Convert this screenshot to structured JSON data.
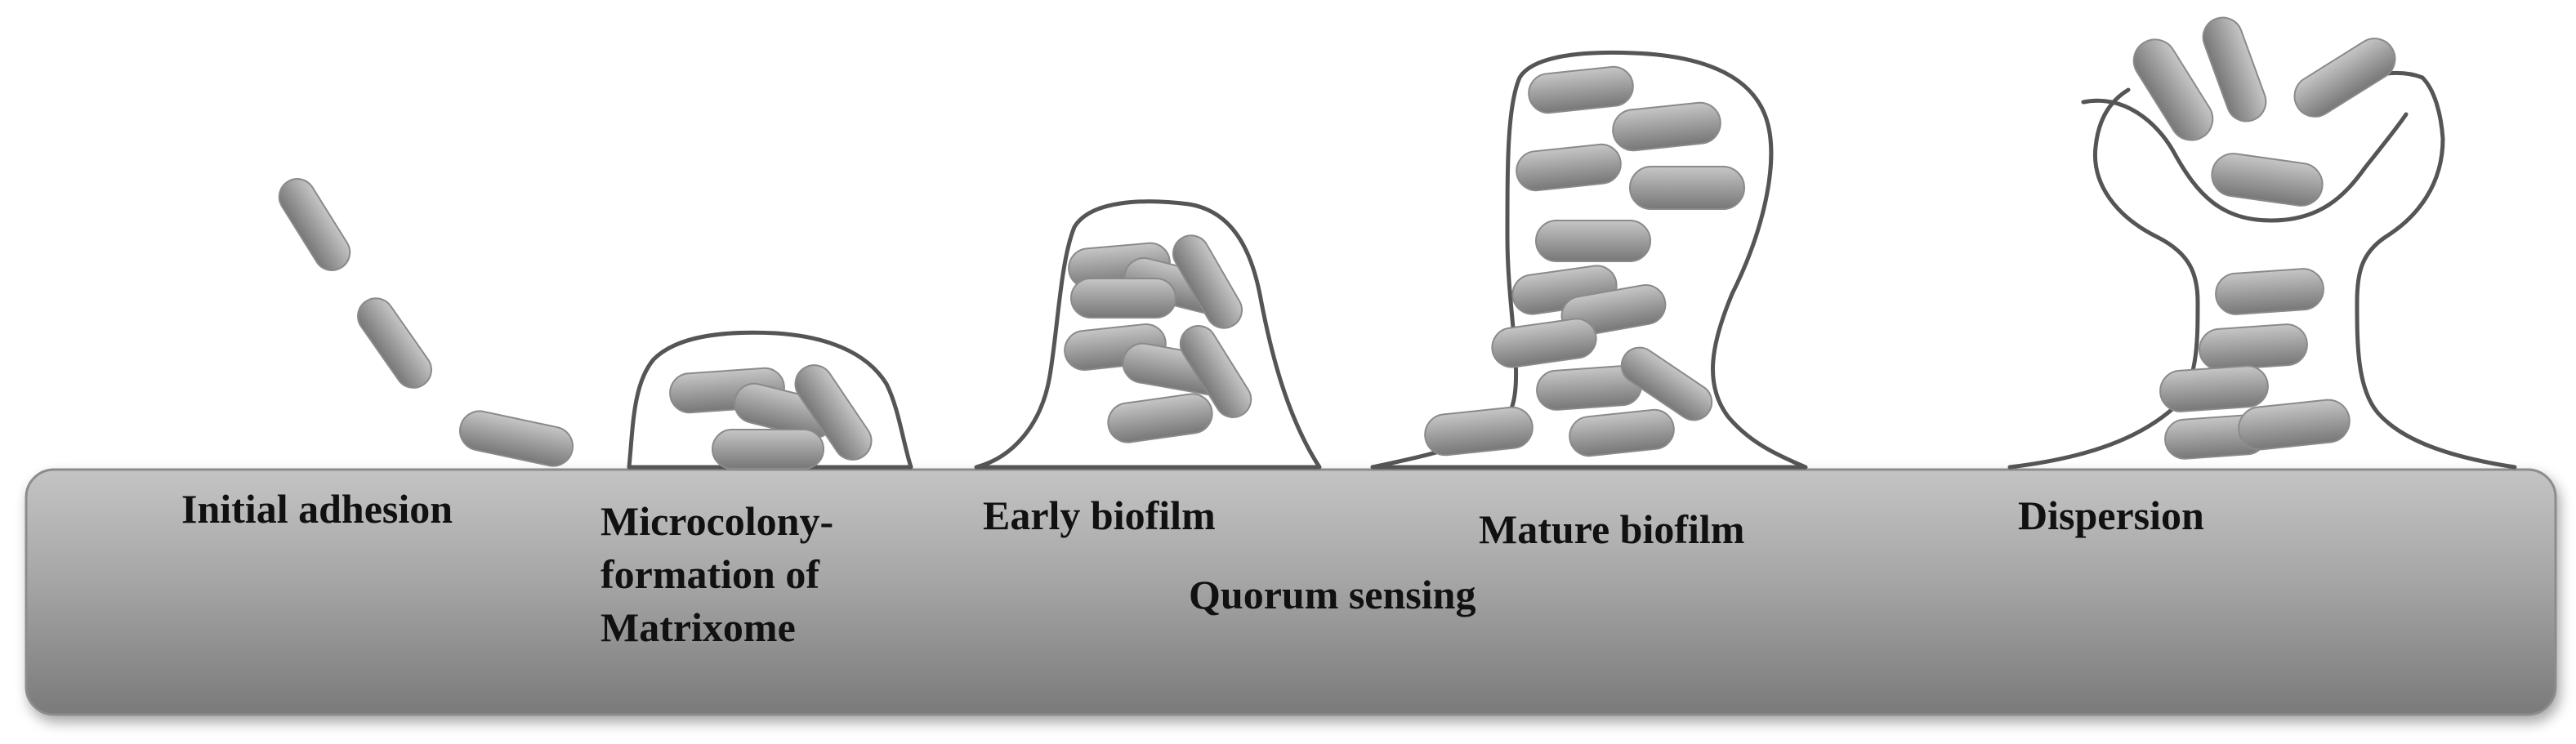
{
  "stages": [
    {
      "id": "initial-adhesion",
      "label_lines": [
        "Initial adhesion"
      ]
    },
    {
      "id": "microcolony",
      "label_lines": [
        "Microcolony-",
        "formation of",
        "Matrixome"
      ]
    },
    {
      "id": "early-biofilm",
      "label_lines": [
        "Early biofilm"
      ]
    },
    {
      "id": "mature-biofilm",
      "label_lines": [
        "Mature biofilm"
      ]
    },
    {
      "id": "dispersion",
      "label_lines": [
        "Dispersion"
      ]
    }
  ],
  "annotation": {
    "label": "Quorum sensing"
  },
  "colors": {
    "substrate_top": "#c4c4c4",
    "substrate_bottom": "#7a7a7a",
    "cell_light": "#c6c6c6",
    "cell_dark": "#777777",
    "film_outline": "#555555",
    "label_text": "#111111"
  }
}
